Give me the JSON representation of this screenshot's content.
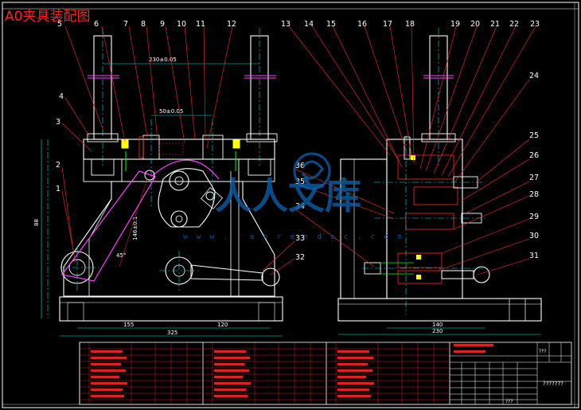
{
  "drawing": {
    "title": "A0夹具装配图",
    "watermark_cn": "人人文库",
    "watermark_url": "w w w . r e n r e n d o c . c o m",
    "colors": {
      "background": "#000000",
      "part_outline": "#ffffff",
      "centerline": "#00e5e5",
      "hidden": "#ff2a2a",
      "leader": "#ff2a2a",
      "bolt": "#00ff00",
      "workpiece": "#ff40ff",
      "nut_fill": "#ffff00",
      "watermark": "#0b5ea8"
    }
  },
  "balloons": {
    "left": [
      "1",
      "2",
      "3",
      "4",
      "5",
      "6",
      "7",
      "8",
      "9",
      "10",
      "11",
      "12"
    ],
    "right_top": [
      "13",
      "14",
      "15",
      "16",
      "17",
      "18",
      "19",
      "20",
      "21",
      "22",
      "23"
    ],
    "right_side": [
      "24",
      "25",
      "26",
      "27",
      "28",
      "29",
      "30",
      "31"
    ],
    "inner": [
      "32",
      "33",
      "34",
      "35",
      "36"
    ]
  },
  "dimensions": {
    "d_top_span": "230±0.05",
    "d_mid_span": "50±0.05",
    "d_bottom_left": "155",
    "d_bottom_mid": "120",
    "d_total": "325",
    "d_height": "88",
    "d_angle": "45°",
    "d_link": "146±0.1",
    "d_side_a": "140",
    "d_side_b": "230"
  },
  "title_block": {
    "name": "???????",
    "code": "???",
    "sheet": "???"
  }
}
